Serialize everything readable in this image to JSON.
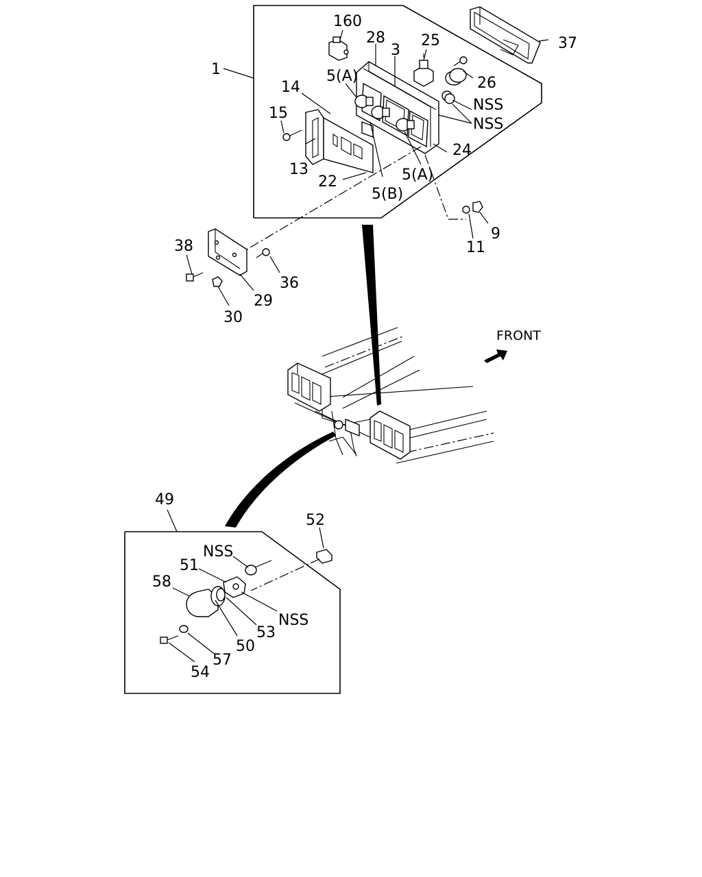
{
  "labels": {
    "front": "FRONT",
    "assembly_upper": "1",
    "assembly_lower": "49",
    "upper": {
      "p160": "160",
      "p28": "28",
      "p3": "3",
      "p25": "25",
      "p37": "37",
      "p26": "26",
      "p5a_top": "5(A)",
      "p14": "14",
      "p15": "15",
      "p13": "13",
      "p22": "22",
      "p5b": "5(B)",
      "p5a_bottom": "5(A)",
      "p24": "24",
      "nss1": "NSS",
      "nss2": "NSS",
      "p9": "9",
      "p11": "11"
    },
    "bracket": {
      "p38": "38",
      "p36": "36",
      "p29": "29",
      "p30": "30"
    },
    "lower": {
      "p52": "52",
      "nss_top": "NSS",
      "p51": "51",
      "p58": "58",
      "nss_right": "NSS",
      "p53": "53",
      "p50": "50",
      "p57": "57",
      "p54": "54"
    }
  }
}
